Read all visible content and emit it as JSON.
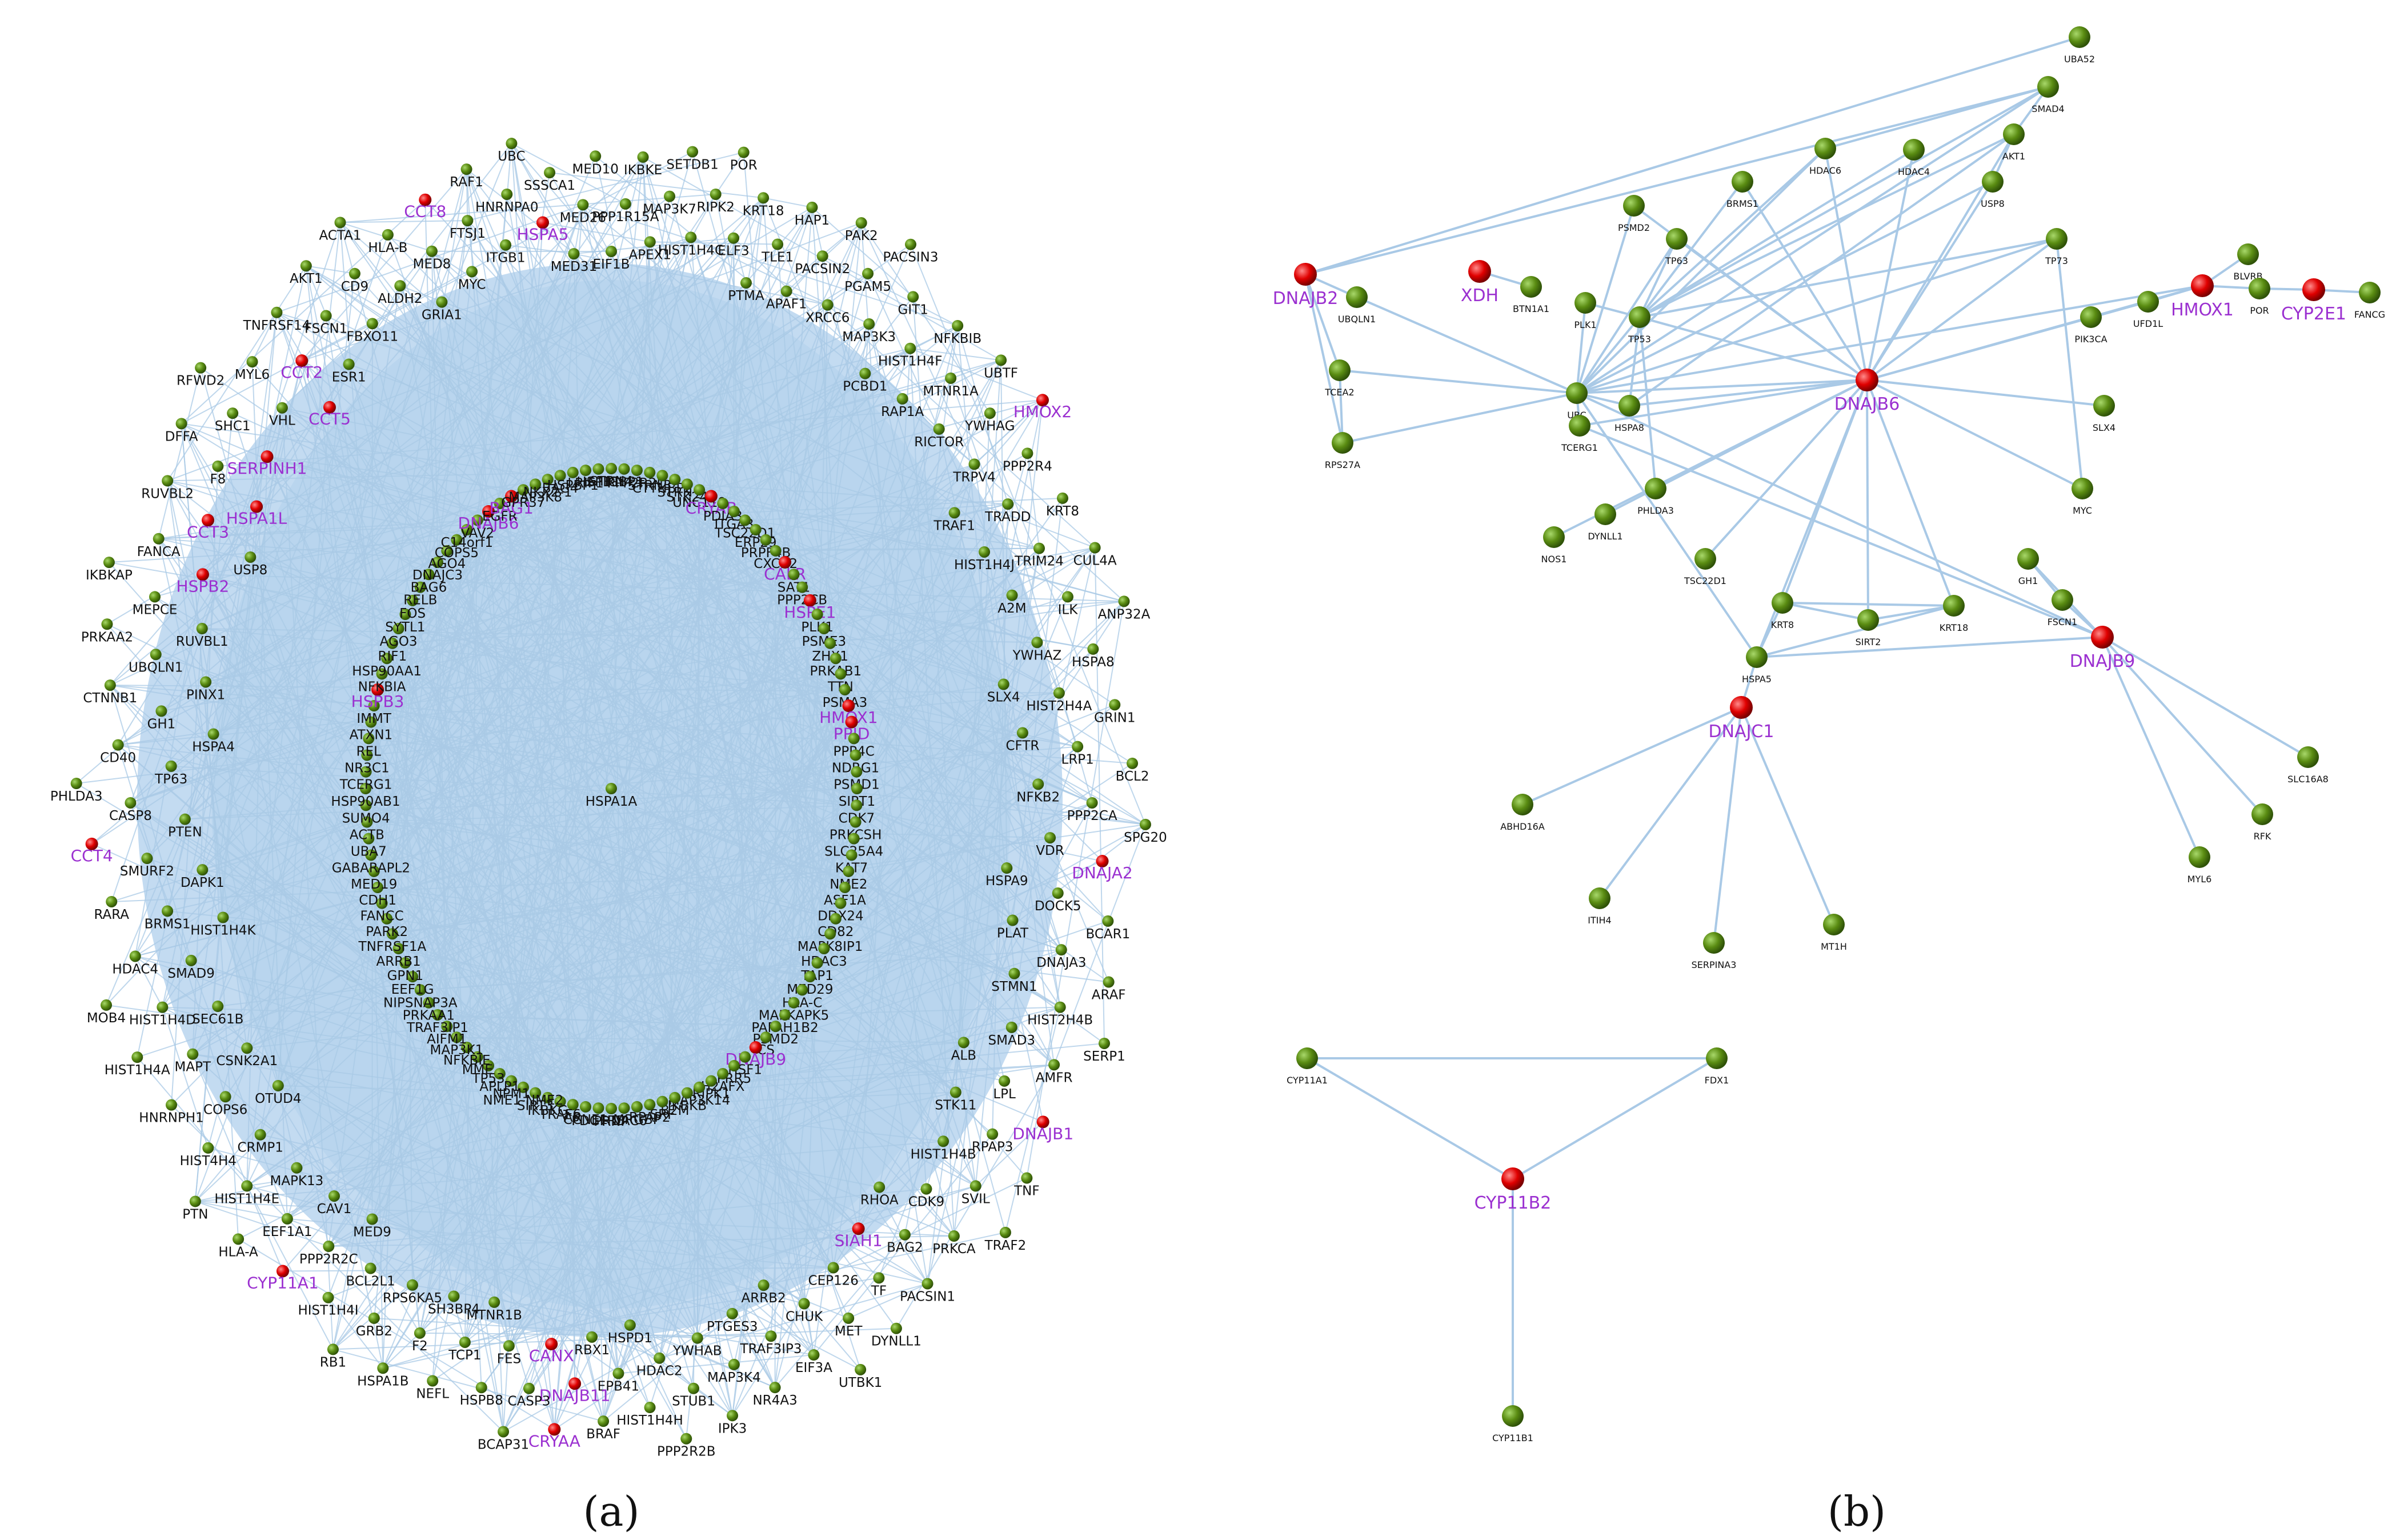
{
  "colors": {
    "edge": "#a9c9e6",
    "green_node": "#5a8c12",
    "red_node": "#d90000",
    "label_normal": "#111111",
    "label_highlight": "#9b30d0",
    "fill_cloud": "#c3dbf1"
  },
  "panel_a": {
    "caption": "(a)",
    "center_label": "HSPA1A",
    "nodes": [
      "HSPA1A",
      "STRN4",
      "IGBP1",
      "PPP2R2D",
      "STRN3",
      "CTTNBP2",
      "STRN",
      "STK24",
      "UNC119",
      "CRYAB",
      "PDIA3",
      "ITGA3",
      "TSC22D1",
      "ERP29",
      "PRPF4B",
      "CXCR2",
      "CALR",
      "SAT1",
      "PPP2CB",
      "HSPE1",
      "PLK1",
      "PSME3",
      "ZHX1",
      "PRKAB1",
      "TTN",
      "PSMA3",
      "HMOX1",
      "PPID",
      "PPP4C",
      "NDRG1",
      "PSMD1",
      "SIRT1",
      "CDK7",
      "PRKCSH",
      "SLC25A4",
      "KAT7",
      "NME2",
      "ASF1A",
      "DDX24",
      "CD82",
      "MAPK8IP1",
      "HDAC3",
      "TAP1",
      "MED29",
      "HLA-C",
      "MAPKAPK5",
      "PAFAH1B2",
      "PSMD2",
      "CS",
      "DNAJB9",
      "HSF1",
      "PRR5",
      "H2AFX",
      "RIPK1",
      "MAP3K14",
      "IKBKB",
      "B2M",
      "SRF",
      "RPAP2",
      "MRGBP",
      "HDAC6",
      "PRNP",
      "PDGFRB",
      "CCNE1",
      "AR",
      "TRAF6",
      "IKBKG",
      "SIRT3",
      "NME1-NME2",
      "NPM1",
      "APLP1",
      "TP53",
      "MME",
      "NFKBIE",
      "MAP3K1",
      "AIFM1",
      "TRAF3IP1",
      "PRKAA1",
      "NIPSNAP3A",
      "EEF1G",
      "GPN1",
      "ARRB1",
      "TNFRSF1A",
      "PARK2",
      "FANCC",
      "CDH1",
      "MED19",
      "GABARAPL2",
      "UBA7",
      "ACTB",
      "SUMO4",
      "HSP90AB1",
      "TCERG1",
      "NR3C1",
      "REL",
      "ATXN1",
      "IMMT",
      "HSPB3",
      "NFKBIA",
      "HSP90AA1",
      "RIF1",
      "AGO3",
      "SYTL1",
      "FOS",
      "RELB",
      "BAG6",
      "DNAJC3",
      "AGO4",
      "COPS5",
      "C14orf1",
      "VAV2",
      "DNAJB6",
      "EGFR",
      "BAG1",
      "GPR37",
      "MAP3K8",
      "NKX2-1",
      "BAG4",
      "HSPBP1",
      "LRIF1",
      "HSPB1",
      "EIF1B",
      "PPP1R15A",
      "IKBKE",
      "APEX1",
      "MAP3K7",
      "SETDB1",
      "HIST1H4C",
      "RIPK2",
      "POR",
      "ELF3",
      "KRT18",
      "PTMA",
      "TLE1",
      "HAP1",
      "APAF1",
      "PACSIN2",
      "PAK2",
      "XRCC6",
      "PGAM5",
      "PACSIN3",
      "MAP3K3",
      "GIT1",
      "PCBD1",
      "HIST1H4F",
      "NFKBIB",
      "RAP1A",
      "MTNR1A",
      "UBTF",
      "RICTOR",
      "YWHAG",
      "HMOX2",
      "TRPV4",
      "PPP2R4",
      "TRAF1",
      "TRADD",
      "KRT8",
      "HIST1H4J",
      "TRIM24",
      "CUL4A",
      "A2M",
      "ILK",
      "ANP32A",
      "YWHAZ",
      "HSPA8",
      "SLX4",
      "HIST2H4A",
      "GRIN1",
      "CFTR",
      "LRP1",
      "BCL2",
      "NFKB2",
      "PPP2CA",
      "SPG20",
      "VDR",
      "DNAJA2",
      "HSPA9",
      "DOCK5",
      "BCAR1",
      "PLAT",
      "DNAJA3",
      "ARAF",
      "STMN1",
      "HIST2H4B",
      "SERP1",
      "SMAD3",
      "AMFR",
      "ALB",
      "LPL",
      "DNAJB1",
      "STK11",
      "RPAP3",
      "TNF",
      "HIST1H4B",
      "SVIL",
      "TRAF2",
      "CDK9",
      "PRKCA",
      "RHOA",
      "BAG2",
      "PACSIN1",
      "SIAH1",
      "TF",
      "DYNLL1",
      "CEP126",
      "MET",
      "UTBK1",
      "CHUK",
      "EIF3A",
      "ARRB2",
      "TRAF3IP3",
      "NR4A3",
      "PTGES3",
      "MAP3K4",
      "IPK3",
      "YWHAB",
      "STUB1",
      "PPP2R2B",
      "HDAC2",
      "HIST1H4H",
      "HSPD1",
      "EPB41",
      "BRAF",
      "RBX1",
      "DNAJB11",
      "CRYAA",
      "CANX",
      "CASP3",
      "BCAP31",
      "FES",
      "HSPB8",
      "MTNR1B",
      "TCP1",
      "NEFL",
      "SH3BP4",
      "F2",
      "HSPA1B",
      "RPS6KA5",
      "GRB2",
      "RB1",
      "BCL2L1",
      "HIST1H4I",
      "MED9",
      "PPP2R2C",
      "CYP11A1",
      "CAV1",
      "EEF1A1",
      "HLA-A",
      "MAPK13",
      "HIST1H4E",
      "PTN",
      "CRMP1",
      "HIST4H4",
      "OTUD4",
      "COPS6",
      "HNRNPH1",
      "CSNK2A1",
      "MAPT",
      "HIST1H4A",
      "SEC61B",
      "HIST1H4D",
      "MOB4",
      "SMAD9",
      "HDAC4",
      "HIST1H4K",
      "BRMS1",
      "RARA",
      "DAPK1",
      "SMURF2",
      "CCT4",
      "PTEN",
      "CASP8",
      "PHLDA3",
      "TP63",
      "CD40",
      "HSPA4",
      "GH1",
      "CTNNB1",
      "PINX1",
      "UBQLN1",
      "PRKAA2",
      "RUVBL1",
      "MEPCE",
      "IKBKAP",
      "HSPB2",
      "FANCA",
      "USP8",
      "CCT3",
      "RUVBL2",
      "HSPA1L",
      "F8",
      "DFFA",
      "SERPINH1",
      "SHC1",
      "RFWD2",
      "VHL",
      "MYL6",
      "CCT5",
      "CCT2",
      "TNFRSF14",
      "ESR1",
      "FSCN1",
      "AKT1",
      "FBXO11",
      "CD9",
      "ACTA1",
      "ALDH2",
      "HLA-B",
      "GRIA1",
      "MED8",
      "CCT8",
      "MYC",
      "FTSJ1",
      "RAF1",
      "ITGB1",
      "HNRNPA0",
      "UBC",
      "HSPA5",
      "SSSCA1",
      "MED31",
      "MED26",
      "MED10"
    ],
    "highlighted": [
      "CALR",
      "HSPE1",
      "CRYAB",
      "HMOX1",
      "PPID",
      "DNAJB9",
      "HSPB3",
      "DNAJB6",
      "BAG1",
      "HMOX2",
      "DNAJA2",
      "DNAJB1",
      "SIAH1",
      "CRYAA",
      "DNAJB11",
      "CANX",
      "CYP11A1",
      "CCT4",
      "HSPB2",
      "SERPINH1",
      "CCT3",
      "HSPA1L",
      "CCT5",
      "CCT2",
      "CCT8",
      "HSPA5"
    ]
  },
  "panel_b": {
    "caption": "(b)",
    "nodes": {
      "UBA52": "UBA52",
      "SMAD4": "SMAD4",
      "AKT1": "AKT1",
      "HDAC6": "HDAC6",
      "HDAC4": "HDAC4",
      "BRMS1": "BRMS1",
      "USP8": "USP8",
      "PSMD2": "PSMD2",
      "TP63": "TP63",
      "TP73": "TP73",
      "DNAJB2": "DNAJB2",
      "XDH": "XDH",
      "BLVRB": "BLVRB",
      "UBQLN1": "UBQLN1",
      "BTN1A1": "BTN1A1",
      "PLK1": "PLK1",
      "TP53": "TP53",
      "UFD1L": "UFD1L",
      "HMOX1": "HMOX1",
      "POR": "POR",
      "CYP2E1": "CYP2E1",
      "FANCG": "FANCG",
      "PIK3CA": "PIK3CA",
      "TCEA2": "TCEA2",
      "UBC": "UBC",
      "HSPA8": "HSPA8",
      "DNAJB6": "DNAJB6",
      "RPS27A": "RPS27A",
      "TCERG1": "TCERG1",
      "SLX4": "SLX4",
      "PHLDA3": "PHLDA3",
      "MYC": "MYC",
      "NOS1": "NOS1",
      "DYNLL1": "DYNLL1",
      "TSC22D1": "TSC22D1",
      "GH1": "GH1",
      "FSCN1": "FSCN1",
      "KRT8": "KRT8",
      "SIRT2": "SIRT2",
      "KRT18": "KRT18",
      "DNAJB9": "DNAJB9",
      "HSPA5": "HSPA5",
      "DNAJC1": "DNAJC1",
      "SLC16A8": "SLC16A8",
      "ABHD16A": "ABHD16A",
      "RFK": "RFK",
      "MYL6": "MYL6",
      "ITIH4": "ITIH4",
      "MT1H": "MT1H",
      "SERPINA3": "SERPINA3",
      "CYP11A1": "CYP11A1",
      "FDX1": "FDX1",
      "CYP11B2": "CYP11B2",
      "CYP11B1": "CYP11B1"
    },
    "highlighted": [
      "DNAJB2",
      "XDH",
      "HMOX1",
      "CYP2E1",
      "DNAJB6",
      "DNAJB9",
      "DNAJC1",
      "CYP11B2"
    ],
    "edges": [
      [
        "DNAJB2",
        "UBA52"
      ],
      [
        "DNAJB2",
        "UBQLN1"
      ],
      [
        "DNAJB2",
        "TCEA2"
      ],
      [
        "DNAJB2",
        "RPS27A"
      ],
      [
        "DNAJB2",
        "SMAD4"
      ],
      [
        "UBQLN1",
        "UBC"
      ],
      [
        "TCEA2",
        "UBC"
      ],
      [
        "RPS27A",
        "UBC"
      ],
      [
        "TCEA2",
        "RPS27A"
      ],
      [
        "XDH",
        "BTN1A1"
      ],
      [
        "SMAD4",
        "AKT1"
      ],
      [
        "SMAD4",
        "TP53"
      ],
      [
        "SMAD4",
        "HDAC6"
      ],
      [
        "SMAD4",
        "UBC"
      ],
      [
        "AKT1",
        "USP8"
      ],
      [
        "AKT1",
        "TP53"
      ],
      [
        "AKT1",
        "HSPA8"
      ],
      [
        "AKT1",
        "DNAJB6"
      ],
      [
        "HDAC6",
        "DNAJB6"
      ],
      [
        "HDAC6",
        "TP53"
      ],
      [
        "HDAC6",
        "UBC"
      ],
      [
        "HDAC4",
        "DNAJB6"
      ],
      [
        "HDAC4",
        "TP53"
      ],
      [
        "BRMS1",
        "DNAJB6"
      ],
      [
        "BRMS1",
        "TP53"
      ],
      [
        "USP8",
        "UBC"
      ],
      [
        "USP8",
        "DNAJB6"
      ],
      [
        "PSMD2",
        "UBC"
      ],
      [
        "PSMD2",
        "DNAJB6"
      ],
      [
        "TP63",
        "DNAJB6"
      ],
      [
        "TP63",
        "UBC"
      ],
      [
        "TP63",
        "TP53"
      ],
      [
        "TP73",
        "DNAJB6"
      ],
      [
        "TP73",
        "TP53"
      ],
      [
        "TP73",
        "MYC"
      ],
      [
        "TP73",
        "UBC"
      ],
      [
        "PLK1",
        "TP53"
      ],
      [
        "PLK1",
        "UBC"
      ],
      [
        "TP53",
        "UBC"
      ],
      [
        "TP53",
        "HSPA8"
      ],
      [
        "TP53",
        "DNAJB6"
      ],
      [
        "TP53",
        "PHLDA3"
      ],
      [
        "HSPA8",
        "UBC"
      ],
      [
        "HSPA8",
        "DNAJB6"
      ],
      [
        "UBC",
        "DNAJB6"
      ],
      [
        "UBC",
        "TCERG1"
      ],
      [
        "UBC",
        "HSPA5"
      ],
      [
        "UBC",
        "DNAJB9"
      ],
      [
        "DNAJB6",
        "HMOX1"
      ],
      [
        "DNAJB6",
        "UFD1L"
      ],
      [
        "DNAJB6",
        "PIK3CA"
      ],
      [
        "DNAJB6",
        "SLX4"
      ],
      [
        "DNAJB6",
        "MYC"
      ],
      [
        "DNAJB6",
        "TCERG1"
      ],
      [
        "DNAJB6",
        "PHLDA3"
      ],
      [
        "DNAJB6",
        "DYNLL1"
      ],
      [
        "DNAJB6",
        "TSC22D1"
      ],
      [
        "DNAJB6",
        "KRT8"
      ],
      [
        "DNAJB6",
        "SIRT2"
      ],
      [
        "DNAJB6",
        "KRT18"
      ],
      [
        "DNAJB6",
        "HSPA5"
      ],
      [
        "DNAJB6",
        "NOS1"
      ],
      [
        "HMOX1",
        "BLVRB"
      ],
      [
        "HMOX1",
        "POR"
      ],
      [
        "HMOX1",
        "UFD1L"
      ],
      [
        "HMOX1",
        "PIK3CA"
      ],
      [
        "HMOX1",
        "UBC"
      ],
      [
        "CYP2E1",
        "FANCG"
      ],
      [
        "CYP2E1",
        "POR"
      ],
      [
        "KRT8",
        "KRT18"
      ],
      [
        "KRT8",
        "SIRT2"
      ],
      [
        "SIRT2",
        "KRT18"
      ],
      [
        "KRT8",
        "HSPA5"
      ],
      [
        "KRT18",
        "HSPA5"
      ],
      [
        "GH1",
        "FSCN1"
      ],
      [
        "GH1",
        "DNAJB9"
      ],
      [
        "FSCN1",
        "DNAJB9"
      ],
      [
        "TCERG1",
        "DNAJB9"
      ],
      [
        "HSPA5",
        "DNAJB9"
      ],
      [
        "DNAJB9",
        "SLC16A8"
      ],
      [
        "DNAJB9",
        "RFK"
      ],
      [
        "DNAJB9",
        "MYL6"
      ],
      [
        "DNAJC1",
        "HSPA5"
      ],
      [
        "DNAJC1",
        "ABHD16A"
      ],
      [
        "DNAJC1",
        "ITIH4"
      ],
      [
        "DNAJC1",
        "SERPINA3"
      ],
      [
        "DNAJC1",
        "MT1H"
      ],
      [
        "CYP11A1",
        "FDX1"
      ],
      [
        "CYP11A1",
        "CYP11B2"
      ],
      [
        "FDX1",
        "CYP11B2"
      ],
      [
        "CYP11B2",
        "CYP11B1"
      ]
    ]
  }
}
